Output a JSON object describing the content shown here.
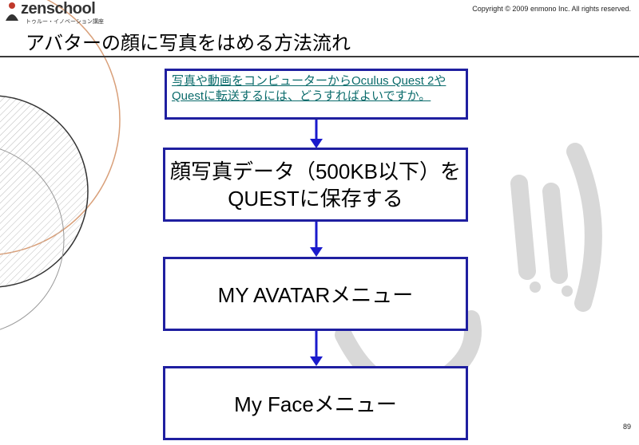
{
  "header": {
    "logo_text": "zenschool",
    "logo_subtext": "トゥルー・イノベーション講座",
    "copyright": "Copyright © 2009 enmono Inc. All rights reserved."
  },
  "slide": {
    "title": "アバターの顔に写真をはめる方法流れ",
    "link_text": "写真や動画をコンピューターからOculus Quest 2やQuestに転送するには、どうすればよいですか。",
    "steps": [
      {
        "line1": "顔写真データ（500KB以下）を",
        "line2": "QUESTに保存する"
      },
      {
        "line1": "MY AVATARメニュー"
      },
      {
        "line1": "My Faceメニュー"
      }
    ],
    "page_number": "89"
  },
  "colors": {
    "box_border": "#1f1fa0",
    "arrow": "#1a1acc",
    "link": "#0a6b6b",
    "title_rule": "#3a3a3a"
  }
}
